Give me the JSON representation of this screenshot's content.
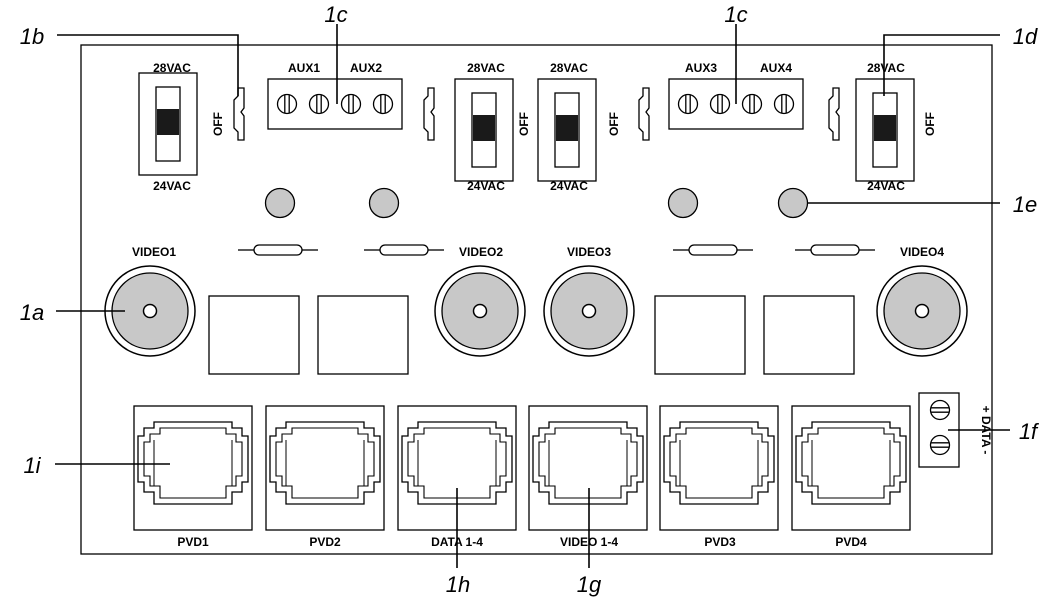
{
  "switch_labels": {
    "top": "28VAC",
    "bottom": "24VAC",
    "off": "OFF"
  },
  "aux_labels": [
    "AUX1",
    "AUX2",
    "AUX3",
    "AUX4"
  ],
  "video_labels": [
    "VIDEO1",
    "VIDEO2",
    "VIDEO3",
    "VIDEO4"
  ],
  "port_labels": [
    "PVD1",
    "PVD2",
    "DATA 1-4",
    "VIDEO 1-4",
    "PVD3",
    "PVD4"
  ],
  "data_terminal_label": "+ DATA -",
  "callouts": {
    "c1a": "1a",
    "c1b": "1b",
    "c1c_left": "1c",
    "c1c_right": "1c",
    "c1d": "1d",
    "c1e": "1e",
    "c1f": "1f",
    "c1g": "1g",
    "c1h": "1h",
    "c1i": "1i"
  },
  "colors": {
    "led_fill": "#c8c8c8",
    "bnc_fill": "#c8c8c8",
    "line": "#000000",
    "background": "#ffffff"
  }
}
